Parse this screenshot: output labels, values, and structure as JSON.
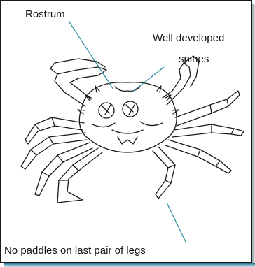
{
  "labels": {
    "rostrum": "Rostrum",
    "spines_line1": "Well developed",
    "spines_line2": "spines",
    "paddles": "No paddles on last pair of legs"
  },
  "colors": {
    "leader_line": "#2a8aa0",
    "outline": "#1a1a1a",
    "shadow": "#2f6f8f"
  }
}
